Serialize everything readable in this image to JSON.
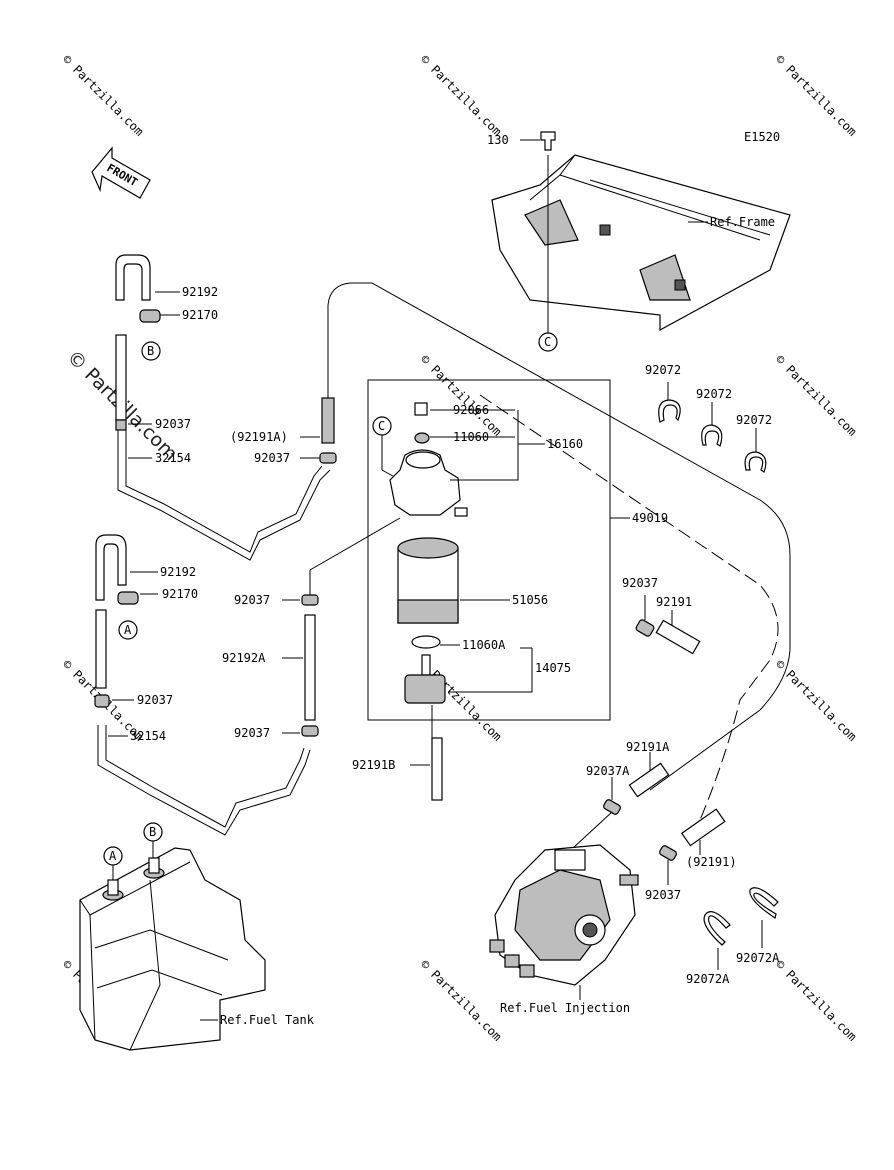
{
  "diagram_code": "E1520",
  "watermark": "© Partzilla.com",
  "front_label": "FRONT",
  "ref_labels": {
    "frame": "Ref.Frame",
    "fuel_tank": "Ref.Fuel Tank",
    "fuel_injection": "Ref.Fuel Injection"
  },
  "connectors": {
    "a": "A",
    "b": "B",
    "c": "C"
  },
  "parts": {
    "p130": "130",
    "p92192_upper": "92192",
    "p92170_upper": "92170",
    "p92037_left_upper": "92037",
    "p32154_upper": "32154",
    "p92191A_paren": "(92191A)",
    "p92037_mid_upper": "92037",
    "p92066": "92066",
    "p11060": "11060",
    "p16160": "16160",
    "p49019": "49019",
    "p92072_1": "92072",
    "p92072_2": "92072",
    "p92072_3": "92072",
    "p92192_lower": "92192",
    "p92170_lower": "92170",
    "p92037_mid_lower1": "92037",
    "p51056": "51056",
    "p92037_right": "92037",
    "p92191": "92191",
    "p11060A": "11060A",
    "p14075": "14075",
    "p92192A": "92192A",
    "p92037_left_lower": "92037",
    "p32154_lower": "32154",
    "p92037_mid_lower2": "92037",
    "p92191B": "92191B",
    "p92191A": "92191A",
    "p92037A": "92037A",
    "p92191_paren": "(92191)",
    "p92037_inj": "92037",
    "p92072A_1": "92072A",
    "p92072A_2": "92072A"
  }
}
